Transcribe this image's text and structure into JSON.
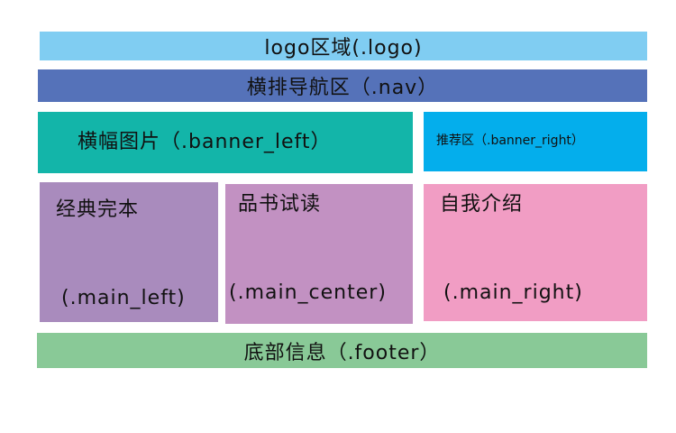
{
  "logo": {
    "label": "logo区域(.logo)"
  },
  "nav": {
    "label": "横排导航区（.nav）"
  },
  "banner_left": {
    "label": "横幅图片（.banner_left）"
  },
  "banner_right": {
    "label": "推荐区（.banner_right）"
  },
  "main_left": {
    "title": "经典完本",
    "class_label": "(.main_left)"
  },
  "main_center": {
    "title": "品书试读",
    "class_label": "(.main_center)"
  },
  "main_right": {
    "title": "自我介绍",
    "class_label": "(.main_right)"
  },
  "footer": {
    "label": "底部信息（.footer）"
  },
  "colors": {
    "logo": "#80cdf2",
    "nav": "#5572b9",
    "banner_left": "#13b5a9",
    "banner_right": "#04aeec",
    "main_left": "#a98bbd",
    "main_center": "#c291c2",
    "main_right": "#f19dc4",
    "footer": "#89c997"
  }
}
